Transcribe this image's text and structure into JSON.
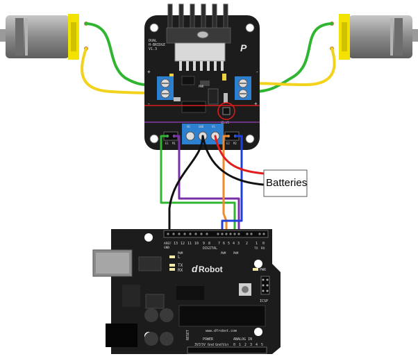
{
  "callout": {
    "batteries": "Batteries"
  },
  "driver": {
    "model_lines": [
      "DUAL",
      "H-BRIDGE",
      "V1.3"
    ],
    "logo_glyph": "P",
    "pwr_label": "PWR",
    "vd_label": "VD=VS",
    "power_pins": [
      "VD",
      "GND",
      "VS"
    ],
    "left_ctrl_pins": [
      "E1",
      "M1"
    ],
    "right_ctrl_pins": [
      "E2",
      "M2"
    ],
    "plus": "+",
    "minus": "-"
  },
  "arduino": {
    "aref_gnd": [
      "AREF",
      "GND"
    ],
    "top_pin_numbers": [
      "13",
      "12",
      "11",
      "10",
      "9",
      "8",
      "7",
      "6",
      "5",
      "4",
      "3",
      "2",
      "1",
      "0"
    ],
    "digital_label": "DIGITAL",
    "pwm_label": "PWM",
    "tx_rx_header": [
      "TX",
      "RX"
    ],
    "led_labels": [
      "L",
      "TX",
      "RX"
    ],
    "logo_text": "Robot",
    "logo_mark": "d",
    "pwr_label": "PWR",
    "icsp_label": "ICSP",
    "website": "www.dfrobot.com",
    "reset_label": "RESET",
    "power_label": "POWER",
    "power_pins": [
      "3V3",
      "5V",
      "Gnd",
      "Gnd",
      "Vin"
    ],
    "analog_label": "ANALOG IN",
    "analog_pins": [
      "0",
      "1",
      "2",
      "3",
      "4",
      "5"
    ]
  },
  "colors": {
    "pcb": "#1c1c1c",
    "terminal": "#2d7fd0",
    "red_wire": "#e21b1b",
    "green_wire": "#2fb52f",
    "purple_wire": "#7a2fa8",
    "orange_wire": "#f08a2a",
    "blue_wire": "#1f3fd8",
    "yellow_wire": "#f2d21a",
    "black_wire": "#111111",
    "motor_cap": "#f3e100",
    "motor_body": "#8c8c8c"
  }
}
